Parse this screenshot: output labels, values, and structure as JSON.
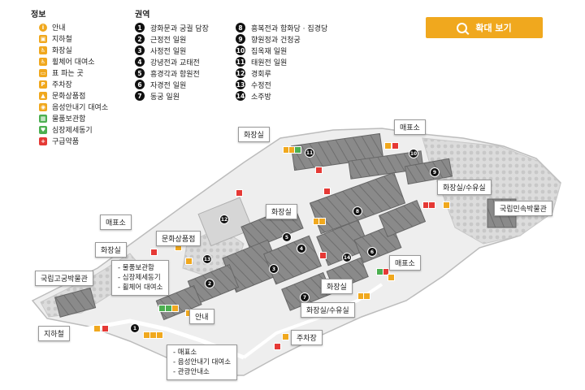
{
  "header": {
    "info_title": "정보",
    "area_title": "권역"
  },
  "zoom_button": {
    "label": "확대 보기"
  },
  "info_legend": [
    {
      "label": "안내",
      "icon": "info-icon",
      "color": "#f0a81e"
    },
    {
      "label": "지하철",
      "icon": "subway-icon",
      "color": "#f0a81e"
    },
    {
      "label": "화장실",
      "icon": "restroom-icon",
      "color": "#f0a81e"
    },
    {
      "label": "휠체어 대여소",
      "icon": "wheelchair-icon",
      "color": "#f0a81e"
    },
    {
      "label": "표 파는 곳",
      "icon": "ticket-icon",
      "color": "#f0a81e"
    },
    {
      "label": "주차장",
      "icon": "parking-icon",
      "color": "#f0a81e"
    },
    {
      "label": "문화상품점",
      "icon": "shop-icon",
      "color": "#f0a81e"
    },
    {
      "label": "음성안내기 대여소",
      "icon": "audio-guide-icon",
      "color": "#f0a81e"
    },
    {
      "label": "물품보관함",
      "icon": "locker-icon",
      "color": "#4caf50"
    },
    {
      "label": "심장제세동기",
      "icon": "defibrillator-icon",
      "color": "#4caf50"
    },
    {
      "label": "구급약품",
      "icon": "first-aid-icon",
      "color": "#e53935"
    }
  ],
  "area_legend_col1": [
    {
      "num": "1",
      "label": "광화문과 궁궐 담장"
    },
    {
      "num": "2",
      "label": "근정전 일원"
    },
    {
      "num": "3",
      "label": "사정전 일원"
    },
    {
      "num": "4",
      "label": "강녕전과 교태전"
    },
    {
      "num": "5",
      "label": "흥경각과 함원전"
    },
    {
      "num": "6",
      "label": "자경전 일원"
    },
    {
      "num": "7",
      "label": "동궁 일원"
    }
  ],
  "area_legend_col2": [
    {
      "num": "8",
      "label": "흥복전과 함화당 · 집경당"
    },
    {
      "num": "9",
      "label": "향원정과 건청궁"
    },
    {
      "num": "10",
      "label": "집옥재 일원"
    },
    {
      "num": "11",
      "label": "태원전 일원"
    },
    {
      "num": "12",
      "label": "경회루"
    },
    {
      "num": "13",
      "label": "수정전"
    },
    {
      "num": "14",
      "label": "소주방"
    }
  ],
  "map_labels": {
    "restroom_top": "화장실",
    "ticket_top": "매표소",
    "restroom_water_right": "화장실/수유실",
    "folk_museum": "국립민속박물관",
    "ticket_left": "매표소",
    "restroom_mid": "화장실",
    "culture_shop": "문화상품점",
    "restroom_left": "화장실",
    "ticket_right": "매표소",
    "palace_museum": "국립고궁박물관",
    "restroom_center_right": "화장실",
    "restroom_water_lower": "화장실/수유실",
    "info_label": "안내",
    "subway_label": "지하철",
    "parking_label": "주차장"
  },
  "left_box_items": [
    "물품보관함",
    "심장제세동기",
    "휠체어 대여소"
  ],
  "bottom_box_items": [
    "매표소",
    "음성안내기 대여소",
    "관광안내소"
  ],
  "map_pins": [
    "1",
    "2",
    "3",
    "4",
    "5",
    "6",
    "7",
    "8",
    "9",
    "10",
    "11",
    "12",
    "13",
    "14"
  ]
}
